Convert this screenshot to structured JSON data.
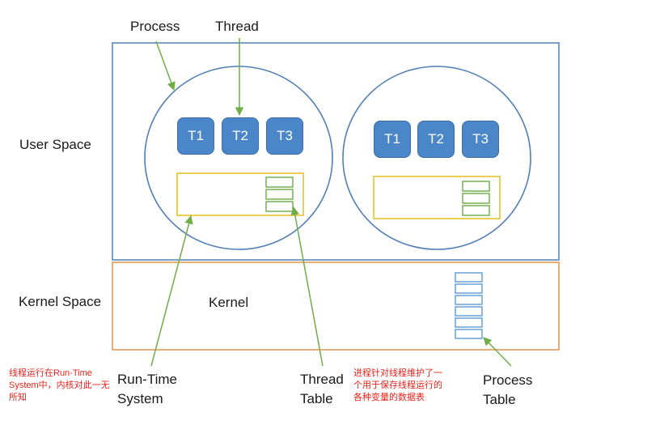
{
  "labels": {
    "process": "Process",
    "thread": "Thread",
    "user_space": "User Space",
    "kernel_space": "Kernel Space",
    "kernel": "Kernel",
    "runtime_line1": "Run-Time",
    "runtime_line2": "System",
    "thread_table_line1": "Thread",
    "thread_table_line2": "Table",
    "process_table_line1": "Process",
    "process_table_line2": "Table"
  },
  "notes": {
    "left": "线程运行在Run-Time System中，内核对此一无所知",
    "middle": "进程针对线程维护了一个用于保存线程运行的各种变量的数据表"
  },
  "processes": [
    {
      "threads": [
        "T1",
        "T2",
        "T3"
      ]
    },
    {
      "threads": [
        "T1",
        "T2",
        "T3"
      ]
    }
  ],
  "colors": {
    "user_space_border": "#5b88b8",
    "kernel_space_border": "#e39a58",
    "process_circle": "#4f7fb4",
    "thread_fill": "#4a86c8",
    "runtime_box": "#e6c12a",
    "thread_table_cell": "#6aaa42",
    "process_table_cell": "#5b9bd5",
    "arrow": "#6fad47",
    "note_text": "#e8231b"
  }
}
